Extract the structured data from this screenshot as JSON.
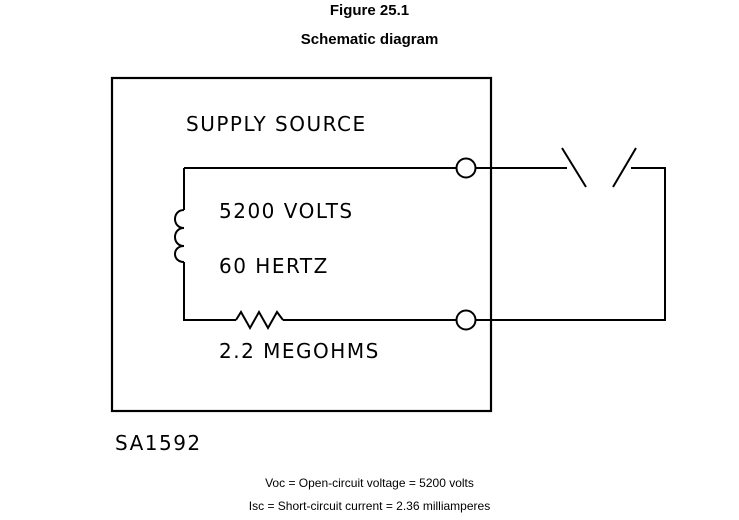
{
  "figure": {
    "title": "Figure 25.1",
    "subtitle": "Schematic diagram"
  },
  "schematic": {
    "box_title": "SUPPLY SOURCE",
    "voltage_label": "5200 VOLTS",
    "frequency_label": "60 HERTZ",
    "resistance_label": "2.2 MEGOHMS",
    "id_label": "SA1592",
    "components": {
      "coil": "inductor-icon",
      "resistor": "resistor-icon",
      "switch": "open-switch-icon",
      "terminals": "terminal-circle-icon"
    }
  },
  "notes": {
    "voc": "Voc = Open-circuit voltage = 5200 volts",
    "isc": "Isc = Short-circuit current = 2.36 milliamperes"
  }
}
